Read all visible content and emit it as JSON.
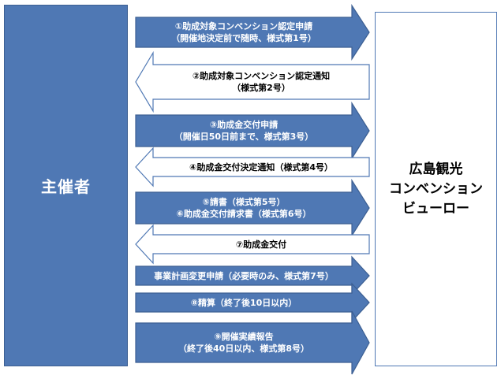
{
  "organizer": {
    "label": "主催者"
  },
  "bureau": {
    "label": "広島観光\nコンベンション\nビューロー"
  },
  "steps": [
    {
      "direction": "right",
      "text": "①助成対象コンベンション認定申請\n（開催地決定前で随時、様式第1号）"
    },
    {
      "direction": "left",
      "text": "②助成対象コンベンション認定通知\n（様式第2号）"
    },
    {
      "direction": "right",
      "text": "③助成金交付申請\n（開催日50日前まで、様式第3号）"
    },
    {
      "direction": "left",
      "text": "④助成金交付決定通知（様式第4号）"
    },
    {
      "direction": "right",
      "text": "⑤請書（様式第5号）\n⑥助成金交付請求書（様式第6号）"
    },
    {
      "direction": "left",
      "text": "⑦助成金交付"
    },
    {
      "direction": "right",
      "text": "事業計画変更申請（必要時のみ、様式第7号）"
    },
    {
      "direction": "right",
      "text": "⑧精算（終了後10日以内）"
    },
    {
      "direction": "right",
      "text": "⑨開催実績報告\n（終了後40日以内、様式第8号）"
    }
  ],
  "colors": {
    "blue": "#4f78b4",
    "blue_dark": "#3c5f92",
    "white": "#ffffff"
  }
}
